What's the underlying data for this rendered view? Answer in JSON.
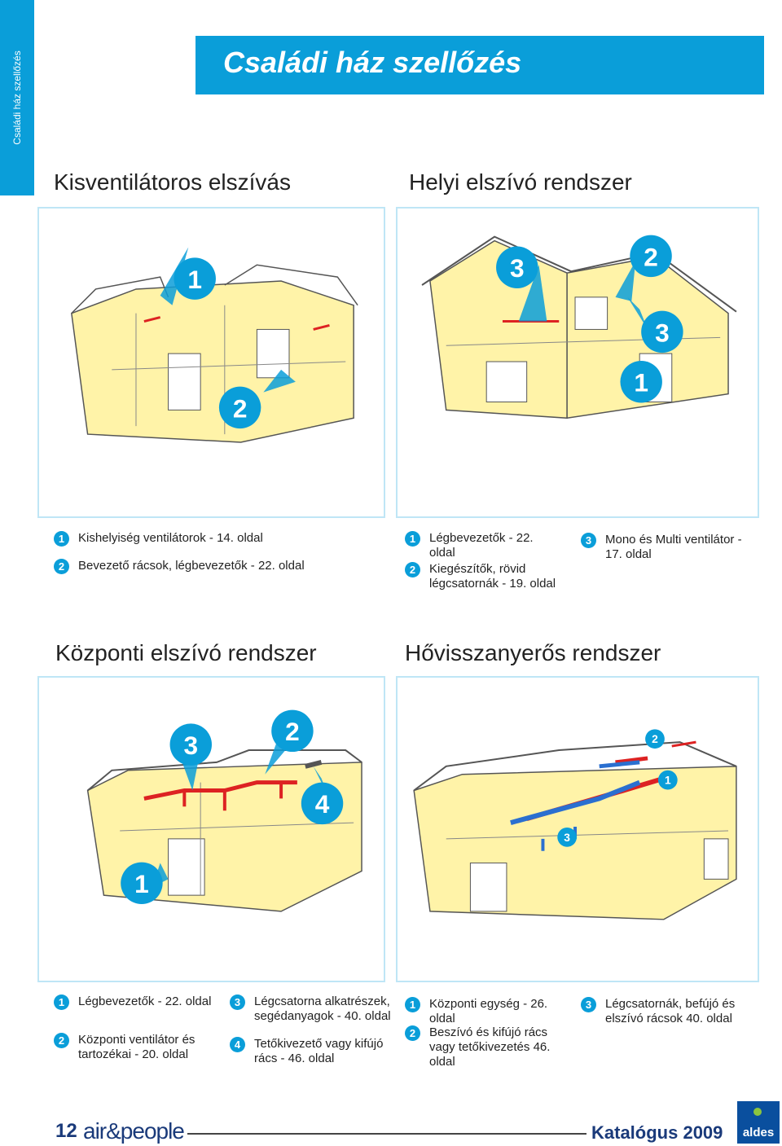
{
  "sidebar": {
    "label": "Családi ház szellőzés"
  },
  "header": {
    "title": "Családi ház szellőzés"
  },
  "colors": {
    "accent": "#0a9ed9",
    "brand": "#1a3a7a",
    "wall": "#fff3a8"
  },
  "sections": [
    {
      "title": "Kisventilátoros elszívás",
      "callouts": [
        "1",
        "2"
      ],
      "legend": [
        {
          "num": "1",
          "text": "Kishelyiség ventilátorok - 14. oldal"
        },
        {
          "num": "2",
          "text": "Bevezető rácsok, légbevezetők - 22. oldal"
        }
      ]
    },
    {
      "title": "Helyi elszívó rendszer",
      "callouts": [
        "3",
        "2",
        "3",
        "1"
      ],
      "legend": [
        {
          "num": "1",
          "text": "Légbevezetők - 22. oldal"
        },
        {
          "num": "2",
          "text": "Kiegészítők, rövid légcsatornák - 19. oldal"
        },
        {
          "num": "3",
          "text": "Mono és Multi ventilátor - 17. oldal"
        }
      ]
    },
    {
      "title": "Központi elszívó rendszer",
      "callouts": [
        "3",
        "2",
        "4",
        "1"
      ],
      "legend": [
        {
          "num": "1",
          "text": "Légbevezetők - 22. oldal"
        },
        {
          "num": "2",
          "text": "Központi ventilátor és tartozékai - 20. oldal"
        },
        {
          "num": "3",
          "text": "Légcsatorna alkatrészek, segédanyagok - 40. oldal"
        },
        {
          "num": "4",
          "text": "Tetőkivezető vagy kifújó rács - 46. oldal"
        }
      ]
    },
    {
      "title": "Hővisszanyerős rendszer",
      "callouts": [
        "2",
        "1",
        "3"
      ],
      "legend": [
        {
          "num": "1",
          "text": "Központi egység - 26. oldal"
        },
        {
          "num": "2",
          "text": "Beszívó és kifújó rács vagy tetőkivezetés 46. oldal"
        },
        {
          "num": "3",
          "text": "Légcsatornák, befújó és elszívó rácsok 40. oldal"
        }
      ]
    }
  ],
  "footer": {
    "page_number": "12",
    "brand": "air&people",
    "catalog": "Katalógus 2009",
    "logo": "aldes"
  }
}
